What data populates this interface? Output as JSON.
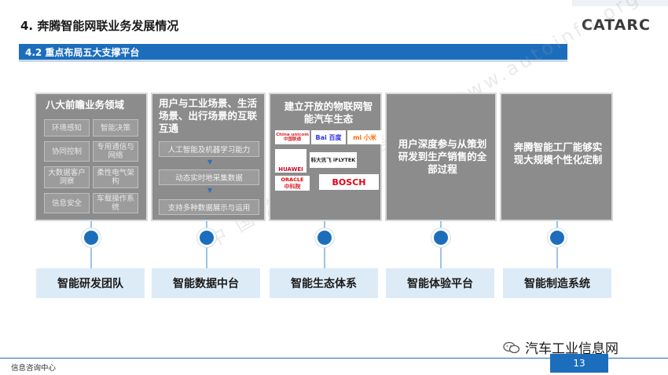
{
  "header": {
    "title": "4. 奔腾智能网联业务发展情况",
    "logo_text": "CATARC",
    "subtitle": "4.2 重点布局五大支撑平台"
  },
  "watermark": "中 国 汽 车 工 业 信 息 网 www.autoinfo.org.cn",
  "boxes": [
    {
      "title": "八大前瞻业务领域",
      "cells": [
        "环境感知",
        "智能决策",
        "协同控制",
        "专用通信与网络",
        "大数据客户洞察",
        "柔性电气架构",
        "信息安全",
        "车载操作系统"
      ]
    },
    {
      "title": "用户与工业场景、生活场景、出行场景的互联互通",
      "rows": [
        "人工智能及机器学习能力",
        "动态实时地采集数据",
        "支持多种数据展示与运用"
      ],
      "arrow": "▼"
    },
    {
      "title": "建立开放的物联网智能汽车生态",
      "partners": [
        "China unicom 中国联通",
        "Bai 百度",
        "mi 小米",
        "HUAWEI",
        "科大讯飞 iFLYTEK",
        "ORACLE",
        "中科院",
        "BOSCH"
      ]
    },
    {
      "title": "用户深度参与从策划研发到生产销售的全部过程"
    },
    {
      "title": "奔腾智能工厂能够实现大规模个性化定制"
    }
  ],
  "platforms": [
    "智能研发团队",
    "智能数据中台",
    "智能生态体系",
    "智能体验平台",
    "智能制造系统"
  ],
  "footer": {
    "source": "信息咨询中心",
    "wechat": "汽车工业信息网",
    "page": "13"
  },
  "colors": {
    "accent": "#1c6ebd",
    "box_gray": "#8c8c8c",
    "platform_bg": "#ddebf7"
  }
}
